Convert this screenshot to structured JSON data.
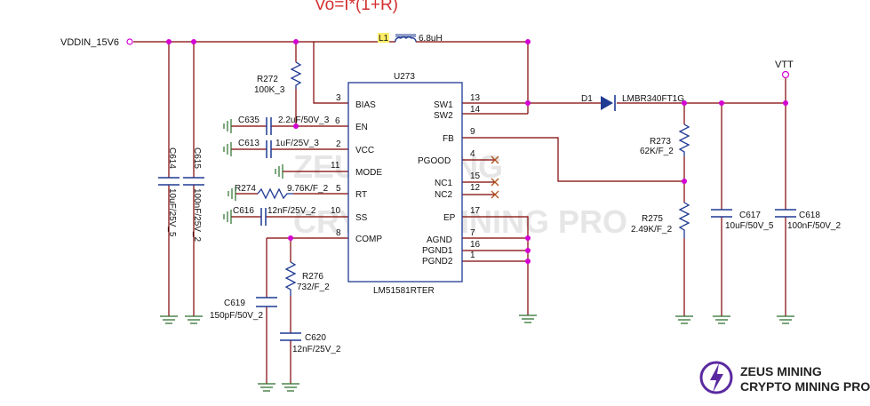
{
  "colors": {
    "wire": "#800000",
    "junction": "#d400d4",
    "component": "#1f3a93",
    "text": "#111111",
    "title_red": "#d43030",
    "ground": "#2a6e2a",
    "nc_mark": "#b0501c",
    "logo": "#5a2aa0"
  },
  "header": {
    "formula": "Vo=I*(1+R)"
  },
  "nets": {
    "vin": "VDDIN_15V6",
    "vtt": "VTT"
  },
  "inductor": {
    "ref": "L1",
    "value": "6.8uH"
  },
  "ic": {
    "ref": "U273",
    "part": "LM51581RTER",
    "left_pins": [
      {
        "num": "3",
        "name": "BIAS"
      },
      {
        "num": "",
        "name": "EN"
      },
      {
        "num": "2",
        "name": "VCC"
      },
      {
        "num": "11",
        "name": "MODE"
      },
      {
        "num": "5",
        "name": "RT"
      },
      {
        "num": "10",
        "name": "SS"
      },
      {
        "num": "8",
        "name": "COMP"
      }
    ],
    "right_pins": [
      {
        "num": "13",
        "name": "SW1"
      },
      {
        "num": "14",
        "name": "SW2"
      },
      {
        "num": "9",
        "name": "FB"
      },
      {
        "num": "4",
        "name": "PGOOD"
      },
      {
        "num": "15",
        "name": "NC1"
      },
      {
        "num": "12",
        "name": "NC2"
      },
      {
        "num": "17",
        "name": "EP"
      },
      {
        "num": "7",
        "name": "AGND"
      },
      {
        "num": "16",
        "name": "PGND1"
      },
      {
        "num": "1",
        "name": "PGND2"
      }
    ]
  },
  "diode": {
    "ref": "D1",
    "part": "LMBR340FT1G"
  },
  "resistors": {
    "r272": {
      "ref": "R272",
      "value": "100K_3"
    },
    "r274": {
      "ref": "R274",
      "value": "9.76K/F_2"
    },
    "r276": {
      "ref": "R276",
      "value": "732/F_2"
    },
    "r273": {
      "ref": "R273",
      "value": "62K/F_2"
    },
    "r275": {
      "ref": "R275",
      "value": "2.49K/F_2"
    }
  },
  "capacitors": {
    "c635": {
      "ref": "C635",
      "value": "2.2uF/50V_3",
      "pin": "6"
    },
    "c613": {
      "ref": "C613",
      "value": "1uF/25V_3"
    },
    "c616": {
      "ref": "C616",
      "value": "12nF/25V_2"
    },
    "c614": {
      "ref": "C614",
      "value": "10uF/25V_5"
    },
    "c615": {
      "ref": "C615",
      "value": "100nF/25V_2"
    },
    "c619": {
      "ref": "C619",
      "value": "150pF/50V_2"
    },
    "c620": {
      "ref": "C620",
      "value": "12nF/25V_2"
    },
    "c617": {
      "ref": "C617",
      "value": "10uF/50V_5"
    },
    "c618": {
      "ref": "C618",
      "value": "100nF/50V_2"
    }
  },
  "watermark": {
    "line1": "ZEUS MINING",
    "line2": "CRYPTO MINING PRO"
  },
  "logo": {
    "line1": "ZEUS MINING",
    "line2": "CRYPTO MINING PRO",
    "icon": "lightning-bolt-icon"
  }
}
